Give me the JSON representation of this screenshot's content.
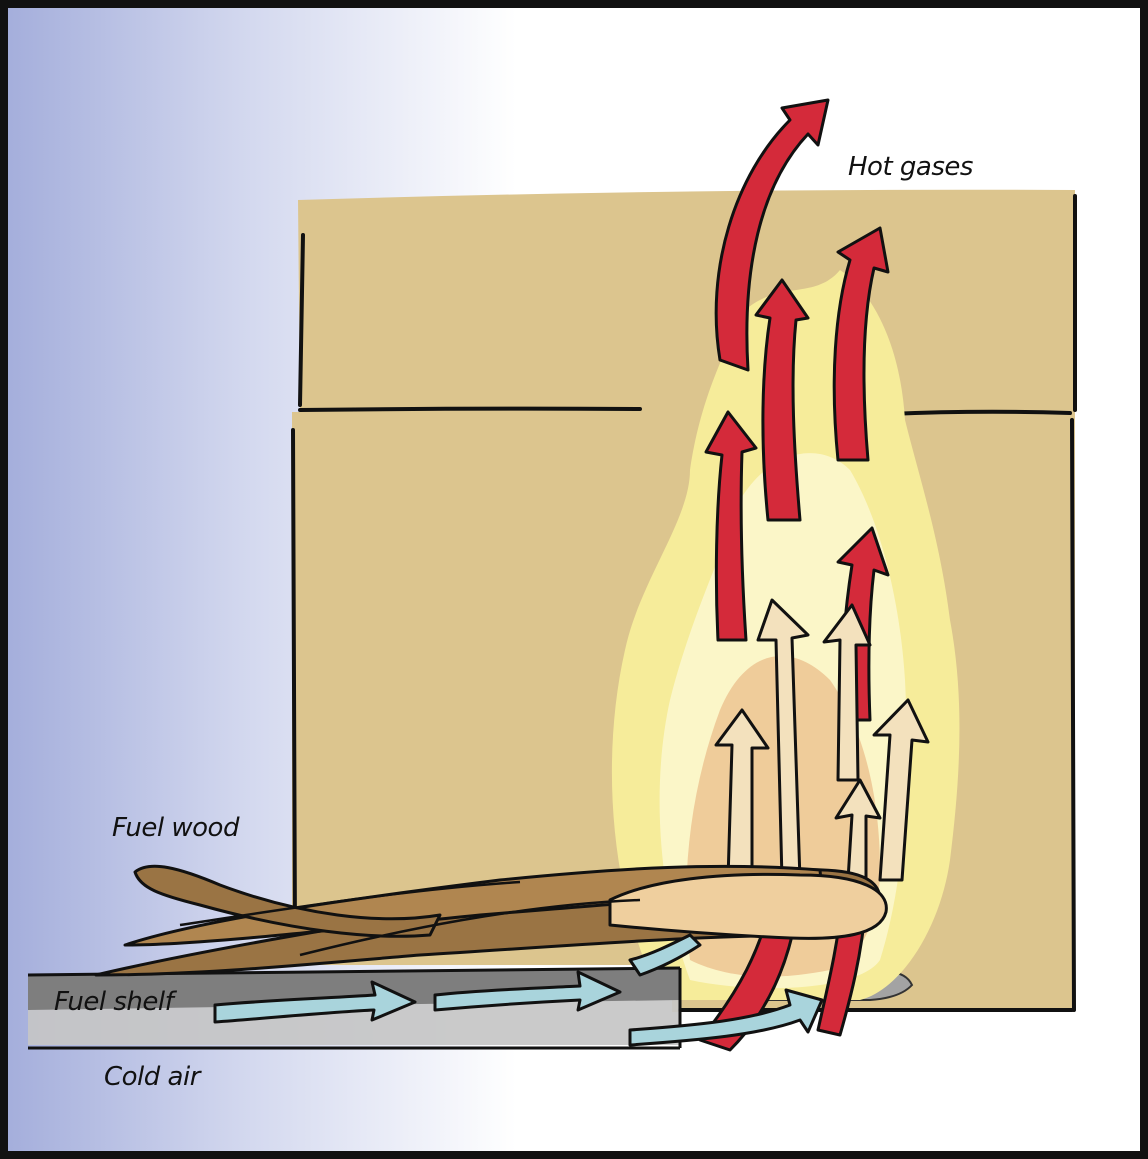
{
  "labels": {
    "hot_gases": "Hot gases",
    "fuel_wood": "Fuel wood",
    "fuel_shelf": "Fuel shelf",
    "cold_air": "Cold air"
  },
  "colors": {
    "background_left": "#a8b2dc",
    "background_right": "#ffffff",
    "stove_body": "#dcc58e",
    "outline": "#111111",
    "flame_yellow": "#f6ec9a",
    "flame_pale": "#fbf6c8",
    "flame_orange": "#eec795",
    "hot_gas_arrow": "#d42a3a",
    "cold_air_arrow": "#a9d4dc",
    "wood_brown": "#9a7444",
    "wood_light": "#b8925c",
    "wood_burning": "#efcf9e",
    "shelf_top": "#7f7f7f",
    "shelf_front": "#bfbfbf",
    "ash": "#9a9a9a"
  }
}
